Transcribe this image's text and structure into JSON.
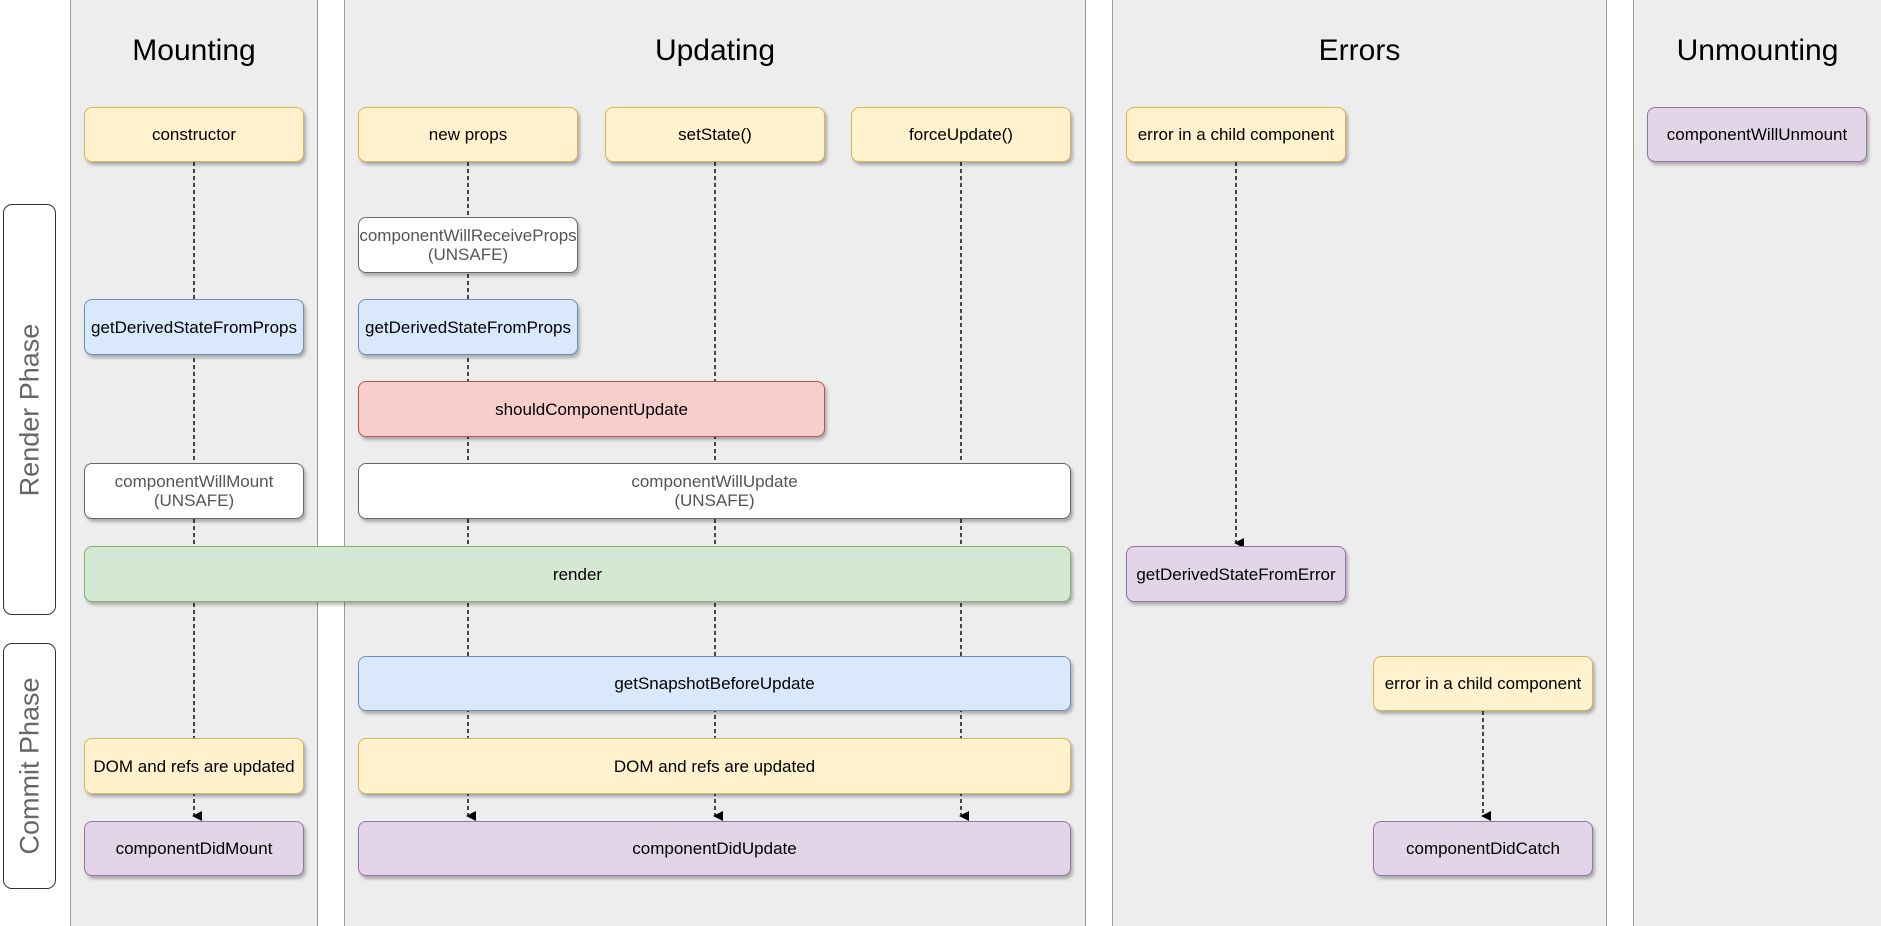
{
  "columns": {
    "mounting": "Mounting",
    "updating": "Updating",
    "errors": "Errors",
    "unmounting": "Unmounting"
  },
  "phases": {
    "render": "Render Phase",
    "commit": "Commit Phase"
  },
  "nodes": {
    "constructor": "constructor",
    "new_props": "new props",
    "set_state": "setState()",
    "force_update": "forceUpdate()",
    "error_child_1": "error in a child component",
    "component_will_unmount": "componentWillUnmount",
    "component_will_receive_props": "componentWillReceiveProps\n(UNSAFE)",
    "gdsfp_mount": "getDerivedStateFromProps",
    "gdsfp_update": "getDerivedStateFromProps",
    "should_component_update": "shouldComponentUpdate",
    "component_will_mount": "componentWillMount\n(UNSAFE)",
    "component_will_update": "componentWillUpdate\n(UNSAFE)",
    "render": "render",
    "get_derived_state_from_error": "getDerivedStateFromError",
    "get_snapshot_before_update": "getSnapshotBeforeUpdate",
    "error_child_2": "error in a child component",
    "dom_refs_mount": "DOM and refs are updated",
    "dom_refs_update": "DOM and refs are updated",
    "component_did_mount": "componentDidMount",
    "component_did_update": "componentDidUpdate",
    "component_did_catch": "componentDidCatch"
  },
  "colors": {
    "start": "#fff2cc",
    "derived_state": "#dae8fc",
    "should_update": "#f8cecc",
    "render": "#d5e8d4",
    "lifecycle_end": "#e1d5e7",
    "unsafe": "#ffffff"
  }
}
